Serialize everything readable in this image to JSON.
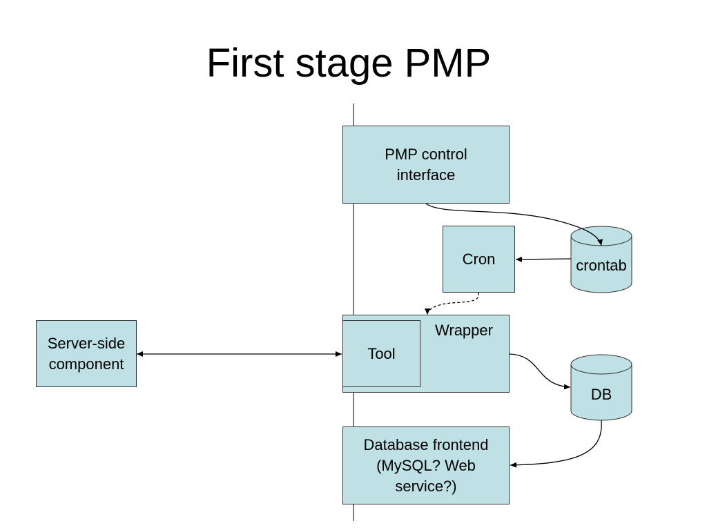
{
  "title": "First stage PMP",
  "colors": {
    "box_fill": "#bfe0e4",
    "stroke": "#333333"
  },
  "nodes": {
    "pmp_control": "PMP control\ninterface",
    "cron": "Cron",
    "crontab": "crontab",
    "wrapper": "Wrapper",
    "tool": "Tool",
    "server_side": "Server-side\ncomponent",
    "db": "DB",
    "db_frontend": "Database frontend\n(MySQL? Web\nservice?)"
  }
}
